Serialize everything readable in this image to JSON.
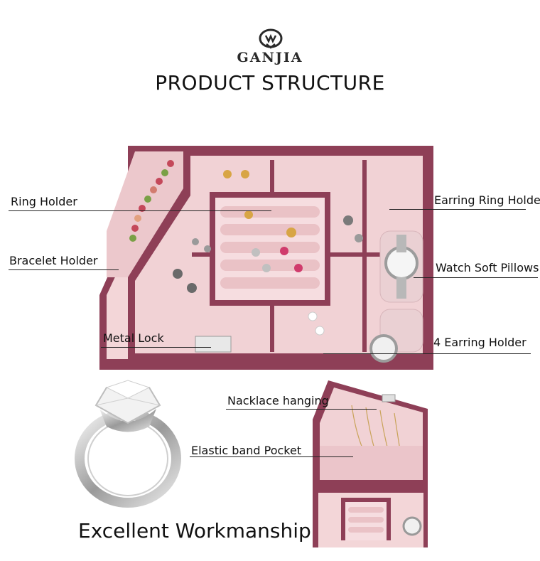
{
  "header": {
    "brand": "GANJIA",
    "title": "PRODUCT STRUCTURE"
  },
  "callouts": {
    "ring_holder": "Ring Holder",
    "bracelet_holder": "Bracelet Holder",
    "metal_lock": "Metal Lock",
    "earring_ring_holder": "Earring Ring Holder",
    "watch_soft_pillows": "Watch Soft Pillows",
    "four_earring_holder": "4 Earring Holder",
    "necklace_hanging": "Nacklace hanging",
    "elastic_band_pocket": "Elastic band Pocket"
  },
  "footer": {
    "workmanship": "Excellent Workmanship"
  },
  "colors": {
    "leather": "#8e3f57",
    "leather_dark": "#6f2d42",
    "velvet": "#f3d6d8",
    "velvet_shadow": "#e6bfc3"
  }
}
